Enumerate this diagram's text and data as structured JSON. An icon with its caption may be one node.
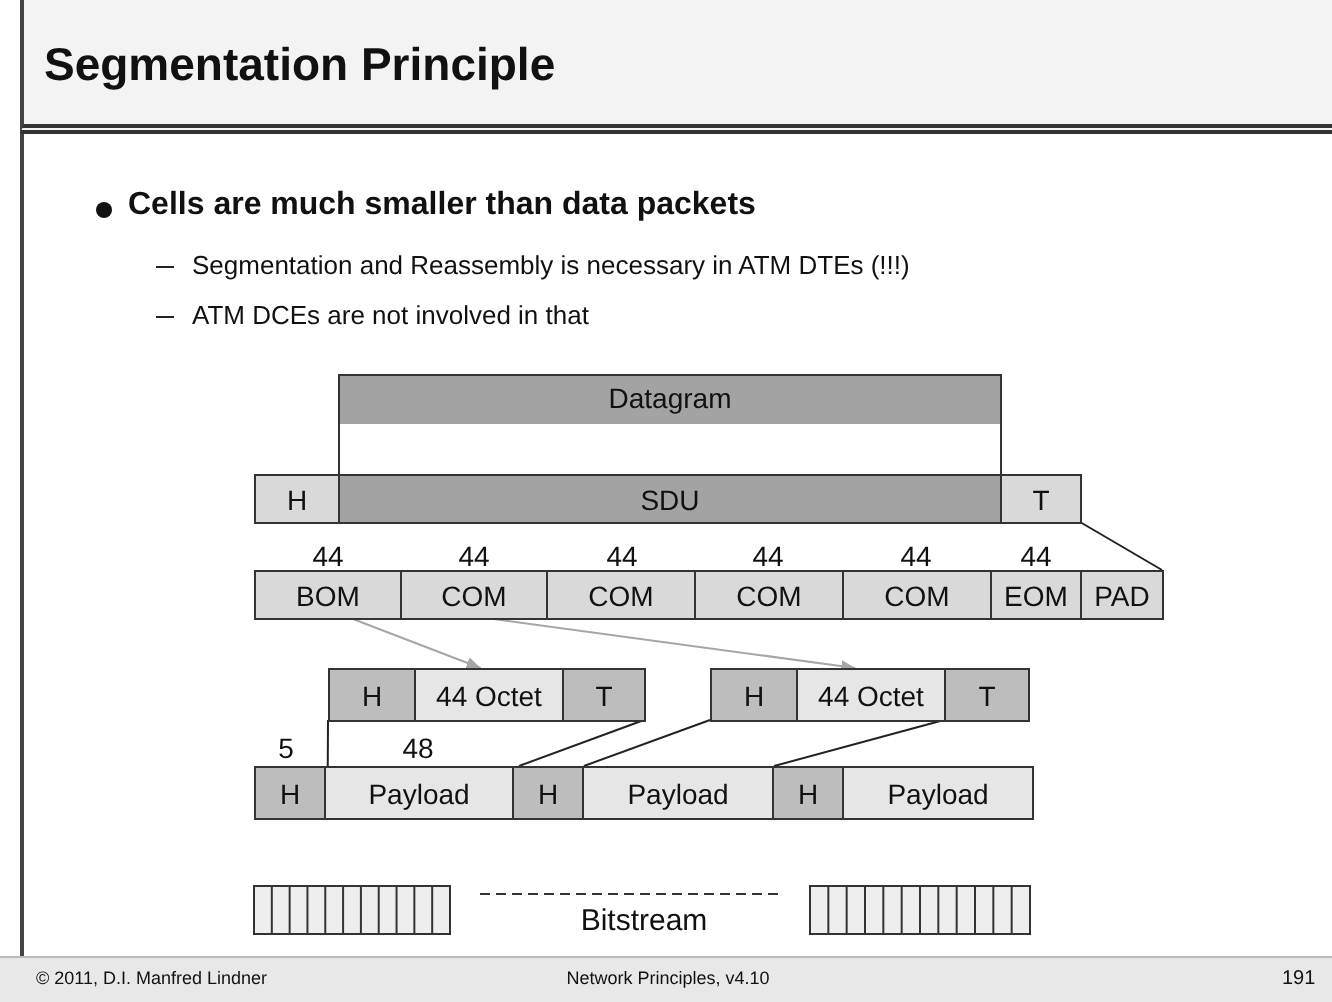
{
  "diagram": {
    "title": "Segmentation Principle",
    "nodes": [
      {
        "text": [
          "Datagram"
        ]
      },
      {
        "text": [
          "H"
        ]
      },
      {
        "text": [
          "SDU"
        ]
      },
      {
        "text": [
          "T"
        ]
      },
      {
        "text": [
          "BOM"
        ]
      },
      {
        "text": [
          "COM"
        ]
      },
      {
        "text": [
          "COM"
        ]
      },
      {
        "text": [
          "COM"
        ]
      },
      {
        "text": [
          "COM"
        ]
      },
      {
        "text": [
          "EOM"
        ]
      },
      {
        "text": [
          "PAD"
        ]
      },
      {
        "text": [
          "H"
        ]
      },
      {
        "text": [
          "44 Octet"
        ]
      },
      {
        "text": [
          "T"
        ]
      },
      {
        "text": [
          "H"
        ]
      },
      {
        "text": [
          "44 Octet"
        ]
      },
      {
        "text": [
          "T"
        ]
      },
      {
        "text": [
          "H"
        ]
      },
      {
        "text": [
          "Payload"
        ]
      },
      {
        "text": [
          "H"
        ]
      },
      {
        "text": [
          "Payload"
        ]
      },
      {
        "text": [
          "H"
        ]
      },
      {
        "text": [
          "Payload"
        ]
      }
    ],
    "edges": [
      {
        "from": 3,
        "to": 10,
        "arrow": "none"
      },
      {
        "from": 4,
        "to": 12,
        "arrow": "to",
        "color": "#a6a6a6"
      },
      {
        "from": 5,
        "to": 15,
        "arrow": "to",
        "color": "#a6a6a6"
      },
      {
        "from": 11,
        "to": 18,
        "arrow": "none"
      },
      {
        "from": 13,
        "to": 19,
        "arrow": "none"
      },
      {
        "from": 14,
        "to": 20,
        "arrow": "none"
      },
      {
        "from": 16,
        "to": 21,
        "arrow": "none"
      }
    ],
    "labels": [
      "Cells are much smaller than data packets",
      "Segmentation and Reassembly is necessary in ATM DTEs (!!!)",
      "ATM DCEs are not involved in that",
      "44",
      "44",
      "44",
      "44",
      "44",
      "44",
      "5",
      "48",
      "Bitstream",
      "© 2011, D.I. Manfred Lindner",
      "Network Principles, v4.10",
      "191"
    ]
  }
}
